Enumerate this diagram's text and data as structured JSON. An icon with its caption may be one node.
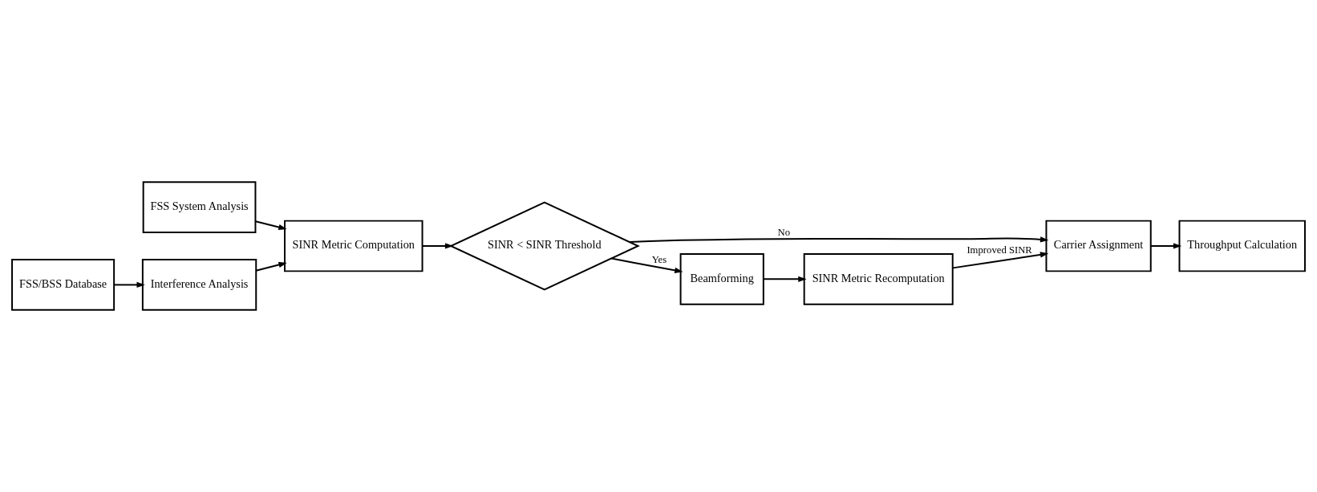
{
  "diagram": {
    "nodes": [
      {
        "text": [
          "FSS System Analysis"
        ]
      },
      {
        "text": [
          "FSS/BSS Database"
        ]
      },
      {
        "text": [
          "Interference Analysis"
        ]
      },
      {
        "text": [
          "SINR Metric Computation"
        ]
      },
      {
        "text": [
          "SINR < SINR Threshold"
        ]
      },
      {
        "text": [
          "Carrier Assignment"
        ]
      },
      {
        "text": [
          "Throughput Calculation"
        ]
      },
      {
        "text": [
          "Beamforming"
        ]
      },
      {
        "text": [
          "SINR Metric Recomputation"
        ]
      }
    ],
    "edges": [
      {
        "from": 1,
        "to": 2,
        "arrow": "to"
      },
      {
        "from": 2,
        "to": 3,
        "arrow": "to"
      },
      {
        "from": 0,
        "to": 3,
        "arrow": "to"
      },
      {
        "from": 3,
        "to": 4,
        "arrow": "to"
      },
      {
        "from": 4,
        "to": 5,
        "arrow": "to",
        "label": "No"
      },
      {
        "from": 5,
        "to": 6,
        "arrow": "to"
      },
      {
        "from": 4,
        "to": 7,
        "arrow": "to",
        "label": "Yes"
      },
      {
        "from": 7,
        "to": 8,
        "arrow": "to"
      },
      {
        "from": 8,
        "to": 5,
        "arrow": "to",
        "label": "Improved SINR"
      }
    ]
  }
}
